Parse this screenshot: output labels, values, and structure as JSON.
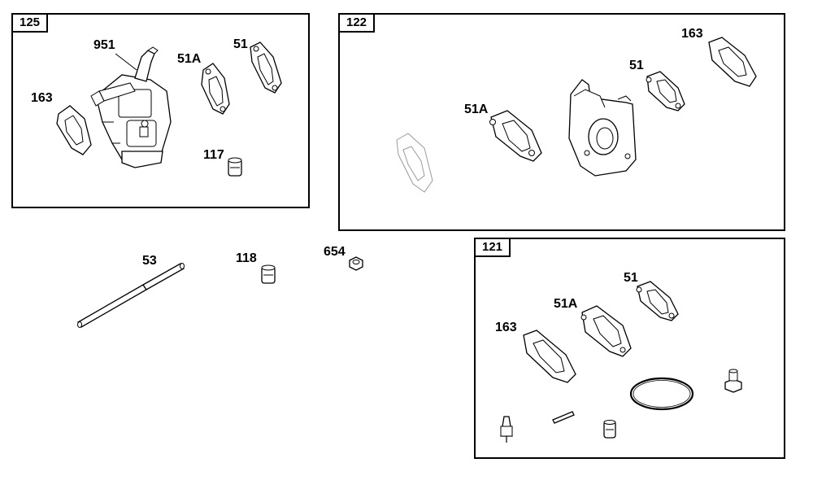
{
  "panels": {
    "p125": {
      "label": "125"
    },
    "p122": {
      "label": "122"
    },
    "p121": {
      "label": "121"
    }
  },
  "callouts": {
    "c951": "951",
    "c51a_125": "51A",
    "c51_125": "51",
    "c163_125": "163",
    "c117": "117",
    "c163_122": "163",
    "c51_122": "51",
    "c51a_122": "51A",
    "c53": "53",
    "c118": "118",
    "c654": "654",
    "c51_121": "51",
    "c51a_121": "51A",
    "c163_121": "163"
  }
}
